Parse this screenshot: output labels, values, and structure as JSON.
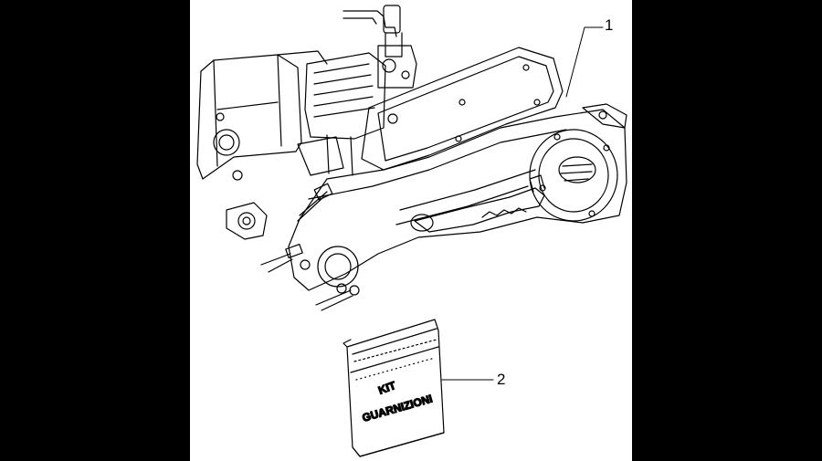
{
  "diagram": {
    "callouts": [
      {
        "id": 1,
        "label": "1"
      },
      {
        "id": 2,
        "label": "2"
      }
    ],
    "gasket_kit": {
      "line1": "KIT",
      "line2": "GUARNIZIONI"
    }
  }
}
